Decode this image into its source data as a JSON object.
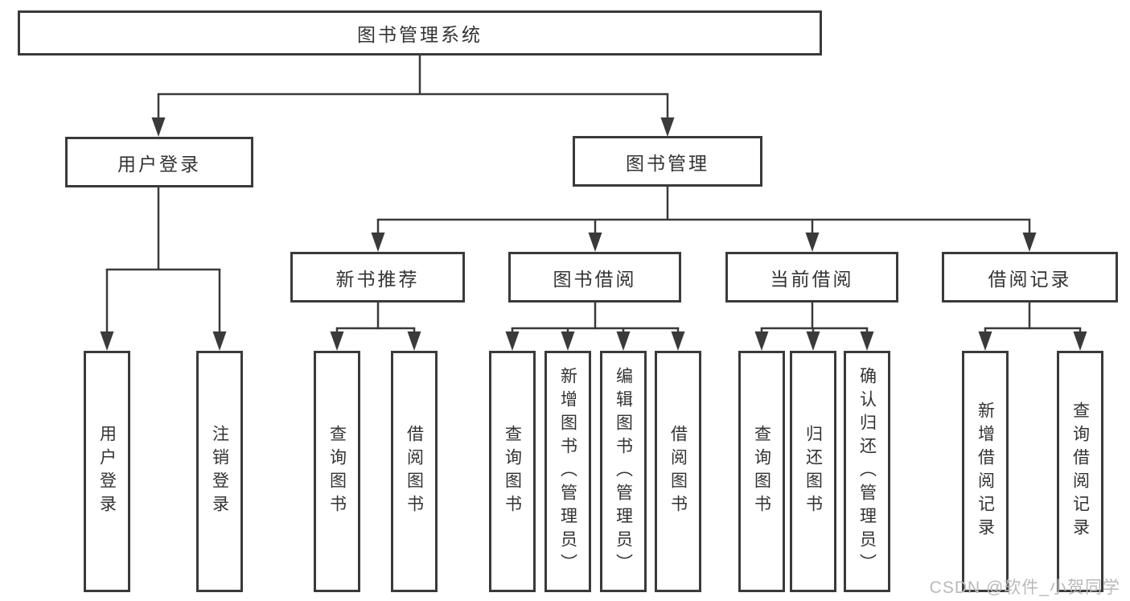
{
  "colors": {
    "line": "#3a3a3a",
    "box_border": "#3a3a3a",
    "text": "#333333",
    "watermark": "#b9b9b9",
    "background": "#ffffff"
  },
  "watermark": {
    "text": "CSDN @软件_小贺同学"
  },
  "tree": {
    "label": "图书管理系统",
    "children": [
      {
        "label": "用户登录",
        "children": [
          {
            "label": "用户登录"
          },
          {
            "label": "注销登录"
          }
        ]
      },
      {
        "label": "图书管理",
        "children": [
          {
            "label": "新书推荐",
            "children": [
              {
                "label": "查询图书"
              },
              {
                "label": "借阅图书"
              }
            ]
          },
          {
            "label": "图书借阅",
            "children": [
              {
                "label": "查询图书"
              },
              {
                "label": "新增图书（管理员）"
              },
              {
                "label": "编辑图书（管理员）"
              },
              {
                "label": "借阅图书"
              }
            ]
          },
          {
            "label": "当前借阅",
            "children": [
              {
                "label": "查询图书"
              },
              {
                "label": "归还图书"
              },
              {
                "label": "确认归还（管理员）"
              }
            ]
          },
          {
            "label": "借阅记录",
            "children": [
              {
                "label": "新增借阅记录"
              },
              {
                "label": "查询借阅记录"
              }
            ]
          }
        ]
      }
    ]
  }
}
